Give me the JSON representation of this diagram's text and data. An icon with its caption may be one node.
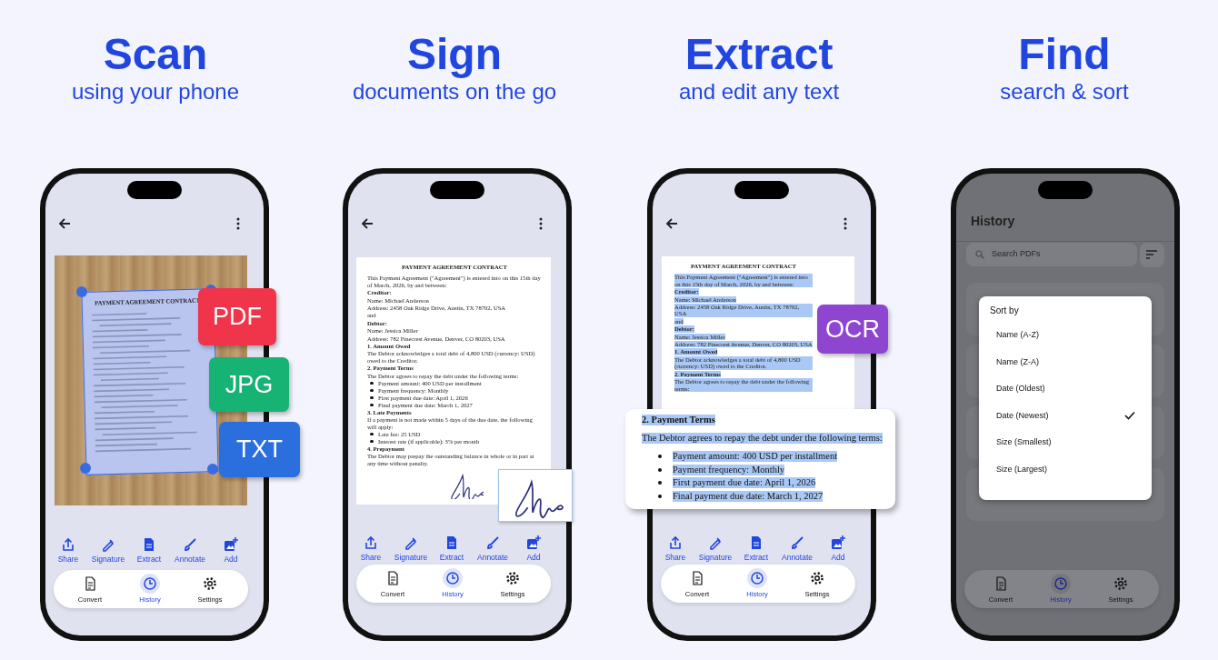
{
  "diagram": {
    "nodes": [
      {
        "text": [
          "PDF"
        ]
      },
      {
        "text": [
          "JPG"
        ]
      },
      {
        "text": [
          "TXT"
        ]
      },
      {
        "text": [
          "OCR"
        ]
      },
      {
        "text": [
          "2. Payment Terms",
          "The Debtor agrees to repay the debt under the following terms:",
          "Payment amount: 400 USD per installment",
          "Payment frequency: Monthly",
          "First payment due date: April 1, 2026",
          "Final payment due date: March 1, 2027"
        ]
      },
      {
        "text": [
          "Sort by",
          "Name (A-Z)",
          "Name (Z-A)",
          "Date (Oldest)",
          "Date (Newest)",
          "Size (Smallest)",
          "Size (Largest)"
        ]
      }
    ],
    "labels": [
      "Scan",
      "using your phone",
      "Sign",
      "documents on the go",
      "Extract",
      "and edit any text",
      "Find",
      "search & sort",
      "PAYMENT AGREEMENT CONTRACT",
      "Share",
      "Signature",
      "Extract",
      "Annotate",
      "Add",
      "Convert",
      "History",
      "Settings",
      "PAYMENT AGREEMENT CONTRACT",
      "This Payment Agreement (\"Agreement\") is entered into on this 15th day of March, 2026, by and between:",
      "Creditor:",
      "Name: Michael Anderson",
      "Address: 2458 Oak Ridge Drive, Austin, TX 78702, USA",
      "and",
      "Debtor:",
      "Name: Jessica Miller",
      "Address: 782 Pinecrest Avenue, Denver, CO 80203, USA",
      "1. Amount Owed",
      "The Debtor acknowledges a total debt of 4,800 USD (currency: USD) owed to the Creditor.",
      "2. Payment Terms",
      "The Debtor agrees to repay the debt under the following terms:",
      "Payment amount: 400 USD per installment",
      "Payment frequency: Monthly",
      "First payment due date: April 1, 2026",
      "Final payment due date: March 1, 2027",
      "3. Late Payments",
      "If a payment is not made within 5 days of the due date, the following will apply:",
      "Late fee: 25 USD",
      "Interest rate (if applicable): 3% per month",
      "4. Prepayment",
      "The Debtor may prepay the outstanding balance in whole or in part at any time without penalty.",
      "Share",
      "Signature",
      "Extract",
      "Annotate",
      "Add",
      "Convert",
      "History",
      "Settings",
      "PAYMENT AGREEMENT CONTRACT",
      "This Payment Agreement (\"Agreement\") is entered into on this 15th day of March, 2026, by and between:",
      "Creditor:",
      "Name: Michael Anderson",
      "Address: 2458 Oak Ridge Drive, Austin, TX 78702, USA",
      "and",
      "Debtor:",
      "Name: Jessica Miller",
      "Address: 782 Pinecrest Avenue, Denver, CO 80203, USA",
      "1. Amount Owed",
      "The Debtor acknowledges a total debt of 4,800 USD (currency: USD) owed to the Creditor.",
      "2. Payment Terms",
      "The Debtor agrees to repay the debt under the following terms:",
      "Share",
      "Signature",
      "Extract",
      "Annotate",
      "Add",
      "Convert",
      "History",
      "Settings",
      "History",
      "Search PDFs",
      "Convert",
      "History",
      "Settings"
    ]
  }
}
